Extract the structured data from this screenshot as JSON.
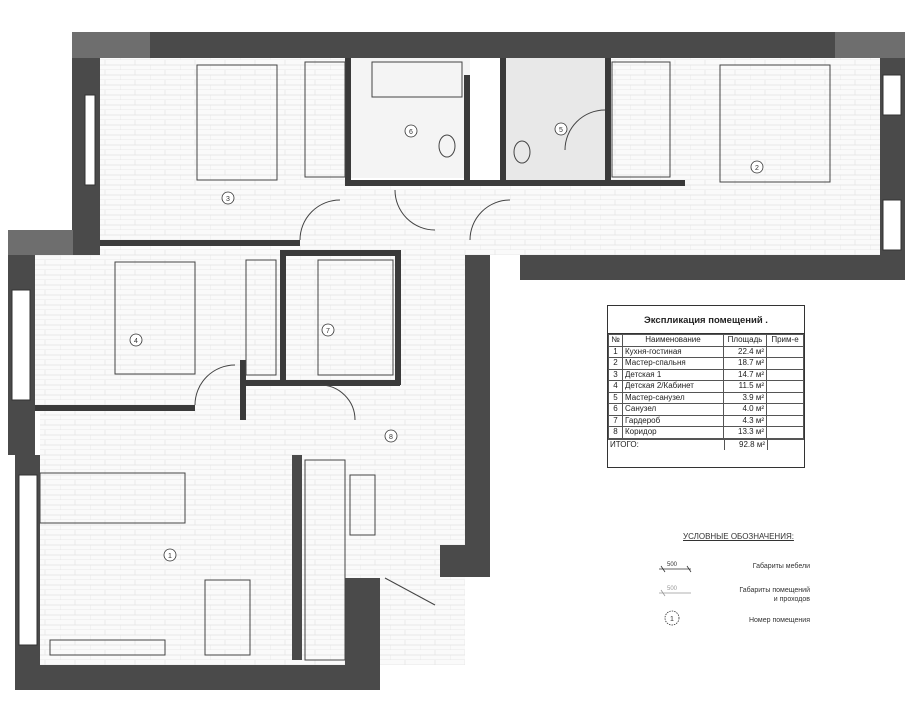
{
  "explication": {
    "title": "Экспликация помещений .",
    "headers": [
      "№",
      "Наименование",
      "Площадь",
      "Прим-е"
    ],
    "rows": [
      {
        "n": "1",
        "name": "Кухня-гостиная",
        "area": "22.4 м²",
        "note": ""
      },
      {
        "n": "2",
        "name": "Мастер-спальня",
        "area": "18.7 м²",
        "note": ""
      },
      {
        "n": "3",
        "name": "Детская 1",
        "area": "14.7 м²",
        "note": ""
      },
      {
        "n": "4",
        "name": "Детская 2/Кабинет",
        "area": "11.5 м²",
        "note": ""
      },
      {
        "n": "5",
        "name": "Мастер-санузел",
        "area": "3.9 м²",
        "note": ""
      },
      {
        "n": "6",
        "name": "Санузел",
        "area": "4.0 м²",
        "note": ""
      },
      {
        "n": "7",
        "name": "Гардероб",
        "area": "4.3 м²",
        "note": ""
      },
      {
        "n": "8",
        "name": "Коридор",
        "area": "13.3 м²",
        "note": ""
      }
    ],
    "total_label": "ИТОГО:",
    "total_area": "92.8 м²"
  },
  "legend": {
    "title": "УСЛОВНЫЕ ОБОЗНАЧЕНИЯ:",
    "furniture_dim": "500",
    "furniture_label": "Габариты мебели",
    "room_dim": "500",
    "room_label_1": "Габариты помещений",
    "room_label_2": "и проходов",
    "room_number_sample": "1",
    "room_number_label": "Номер помещения"
  },
  "rooms": [
    {
      "n": "1"
    },
    {
      "n": "2"
    },
    {
      "n": "3"
    },
    {
      "n": "4"
    },
    {
      "n": "5"
    },
    {
      "n": "6"
    },
    {
      "n": "7"
    },
    {
      "n": "8"
    }
  ],
  "colors": {
    "wall": "#4a4a4a",
    "wall_corner": "#6e6e6e",
    "floor_line": "#e4e4e4",
    "line": "#333333"
  }
}
